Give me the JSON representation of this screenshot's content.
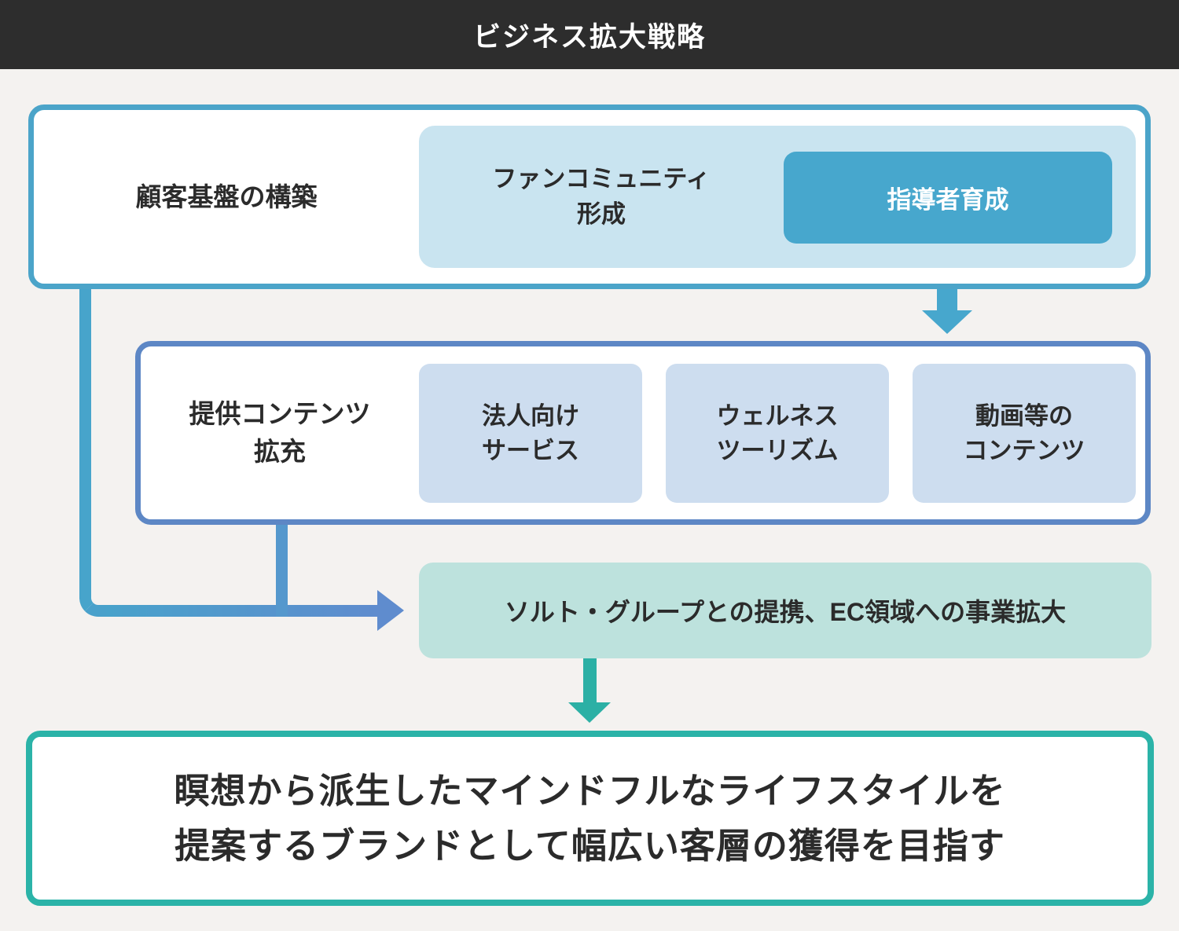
{
  "header": {
    "title": "ビジネス拡大戦略"
  },
  "customer_base": {
    "label": "顧客基盤の構築",
    "fan_community": {
      "line1": "ファンコミュニティ",
      "line2": "形成"
    },
    "leader_training": "指導者育成"
  },
  "content_expansion": {
    "label": {
      "line1": "提供コンテンツ",
      "line2": "拡充"
    },
    "items": [
      {
        "line1": "法人向け",
        "line2": "サービス"
      },
      {
        "line1": "ウェルネス",
        "line2": "ツーリズム"
      },
      {
        "line1": "動画等の",
        "line2": "コンテンツ"
      }
    ]
  },
  "partnership": {
    "text": "ソルト・グループとの提携、EC領域への事業拡大"
  },
  "goal": {
    "line1": "瞑想から派生したマインドフルなライフスタイルを",
    "line2": "提案するブランドとして幅広い客層の獲得を目指す"
  },
  "colors": {
    "header_bg": "#2d2d2d",
    "page_bg": "#f4f2f0",
    "text": "#2b2b2b",
    "cyan_border": "#4ba4c9",
    "cyan_fill": "#c9e4f0",
    "cyan_solid": "#47a7cd",
    "periwinkle_border": "#5d87c5",
    "periwinkle_fill": "#cdddef",
    "periwinkle_arrow": "#5f8cce",
    "teal_fill": "#bde2dd",
    "teal_solid": "#2cb0a5",
    "teal_border": "#2bb3a8"
  }
}
